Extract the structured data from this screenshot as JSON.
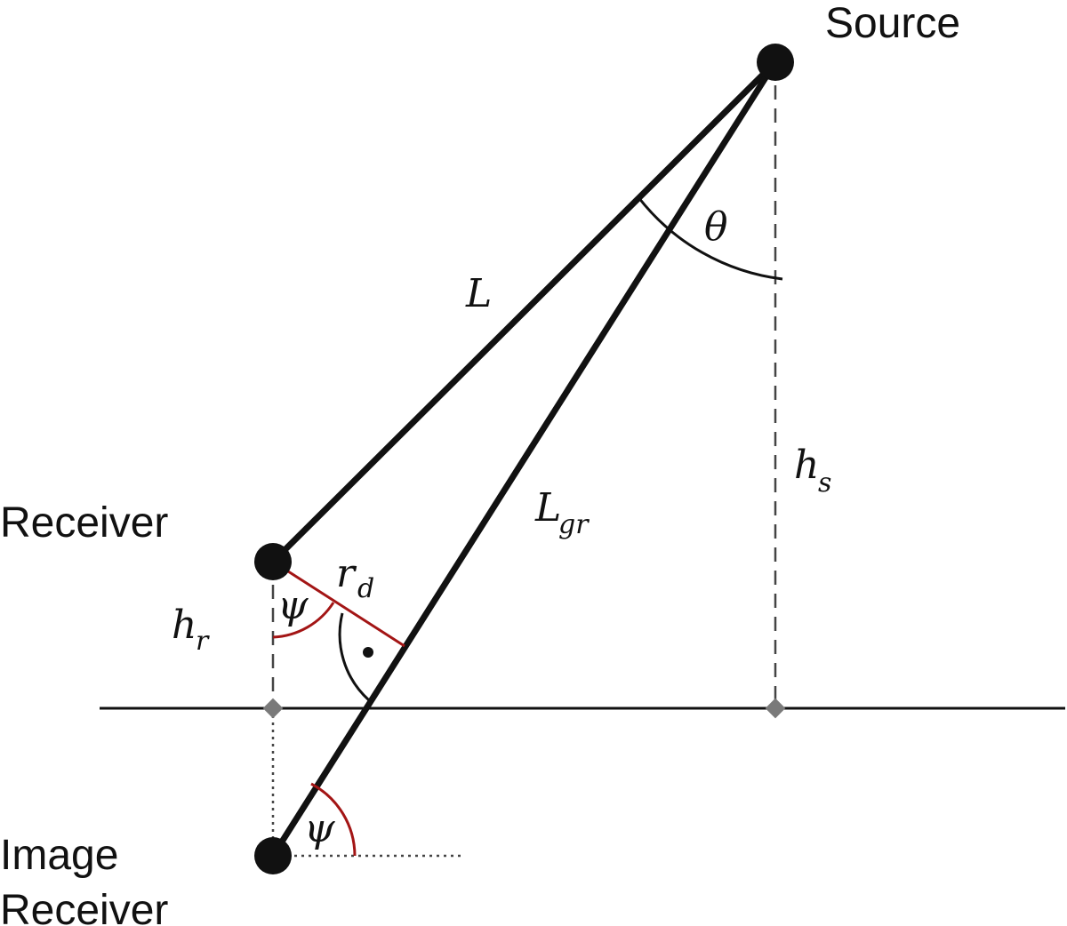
{
  "nodes": {
    "source": "Source",
    "receiver": "Receiver",
    "image_receiver_line1": "Image",
    "image_receiver_line2": "Receiver"
  },
  "symbols": {
    "theta": "θ",
    "L": "L",
    "L_gr_main": "L",
    "L_gr_sub": "gr",
    "h_s_main": "h",
    "h_s_sub": "s",
    "h_r_main": "h",
    "h_r_sub": "r",
    "r_d_main": "r",
    "r_d_sub": "d",
    "psi_upper": "ψ",
    "psi_lower": "ψ"
  },
  "colors": {
    "line": "#111111",
    "accent": "#a31515",
    "ground_marker": "#7a7a7a",
    "dashed": "#444444"
  }
}
